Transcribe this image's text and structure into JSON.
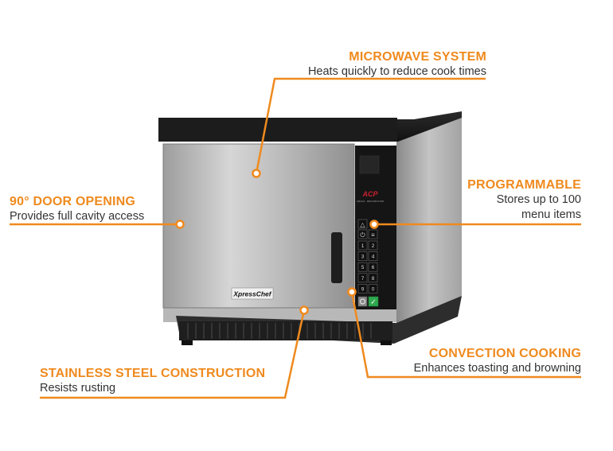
{
  "callouts": {
    "microwave": {
      "title": "MICROWAVE SYSTEM",
      "desc": "Heats quickly to reduce cook times"
    },
    "door": {
      "title": "90° DOOR OPENING",
      "desc": "Provides full cavity access"
    },
    "programmable": {
      "title": "PROGRAMMABLE",
      "desc_line1": "Stores up to 100",
      "desc_line2": "menu items"
    },
    "convection": {
      "title": "CONVECTION COOKING",
      "desc": "Enhances toasting and browning"
    },
    "steel": {
      "title": "STAINLESS STEEL CONSTRUCTION",
      "desc": "Resists rusting"
    }
  },
  "oven": {
    "brand_label": "XpressChef",
    "panel_logo": "ACP",
    "keypad": [
      "1",
      "2",
      "3",
      "4",
      "5",
      "6",
      "7",
      "8",
      "9",
      "0"
    ]
  },
  "colors": {
    "accent": "#ef8a1e",
    "text": "#333333",
    "steel": "#c9c9c9",
    "panel": "#1a1a1a",
    "logo_red": "#c8202f",
    "start_green": "#2fa84f"
  }
}
